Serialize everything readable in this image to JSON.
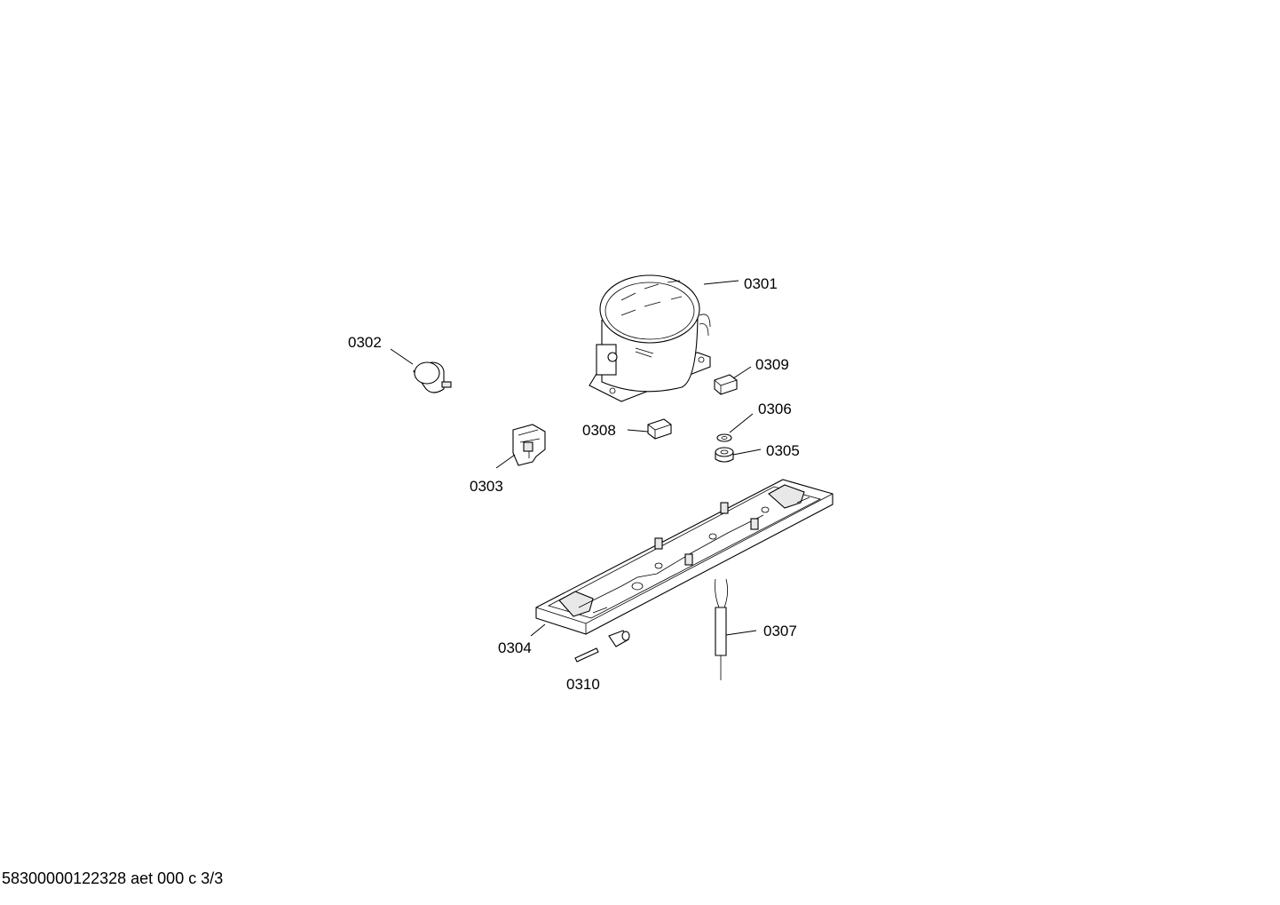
{
  "labels": {
    "p0301": "0301",
    "p0302": "0302",
    "p0303": "0303",
    "p0304": "0304",
    "p0305": "0305",
    "p0306": "0306",
    "p0307": "0307",
    "p0308": "0308",
    "p0309": "0309",
    "p0310": "0310"
  },
  "footer": "58300000122328 aet 000 c 3/3"
}
